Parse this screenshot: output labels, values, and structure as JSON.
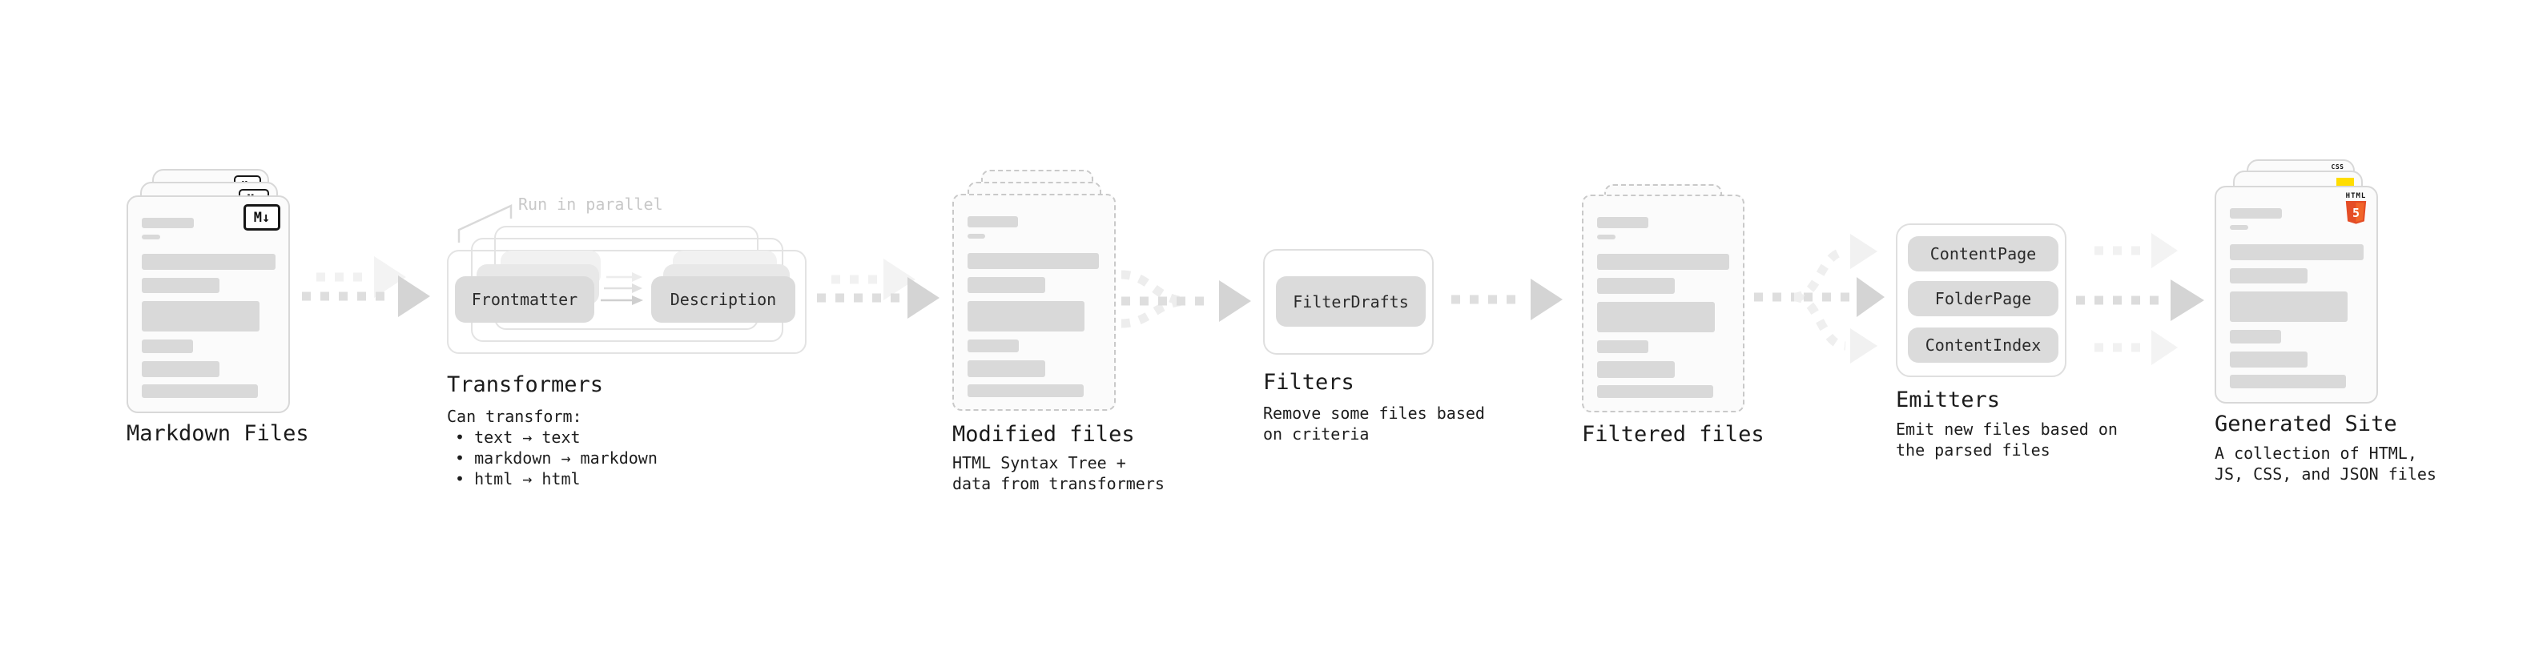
{
  "markdown_files": {
    "title": "Markdown Files",
    "badge": "M↓"
  },
  "transformers": {
    "title": "Transformers",
    "note": "Run in parallel",
    "nodes": [
      "Frontmatter",
      "Description"
    ],
    "description": "Can transform:",
    "bullets": [
      "• text → text",
      "• markdown → markdown",
      "• html → html"
    ]
  },
  "modified_files": {
    "title": "Modified files",
    "description_lines": [
      "HTML Syntax Tree +",
      "data from transformers"
    ]
  },
  "filters": {
    "title": "Filters",
    "nodes": [
      "FilterDrafts"
    ],
    "description_lines": [
      "Remove some files based",
      "on criteria"
    ]
  },
  "filtered_files": {
    "title": "Filtered files"
  },
  "emitters": {
    "title": "Emitters",
    "nodes": [
      "ContentPage",
      "FolderPage",
      "ContentIndex"
    ],
    "description_lines": [
      "Emit new files based on",
      "the parsed files"
    ]
  },
  "generated_site": {
    "title": "Generated Site",
    "description_lines": [
      "A collection of HTML,",
      "JS, CSS, and JSON files"
    ],
    "badges": {
      "html_label": "HTML",
      "html_number": "5",
      "css": "CSS"
    }
  },
  "colors": {
    "html5_orange": "#e44d26",
    "html5_orange_light": "#f16529",
    "js_yellow": "#ffdd00",
    "css_blue": "#2a6df4",
    "arrow_gray": "#dedede",
    "arrow_head_gray": "#d4d4d4",
    "arrow_ghost_gray": "#f1f1f1",
    "node_gray": "#dbdbdb"
  }
}
